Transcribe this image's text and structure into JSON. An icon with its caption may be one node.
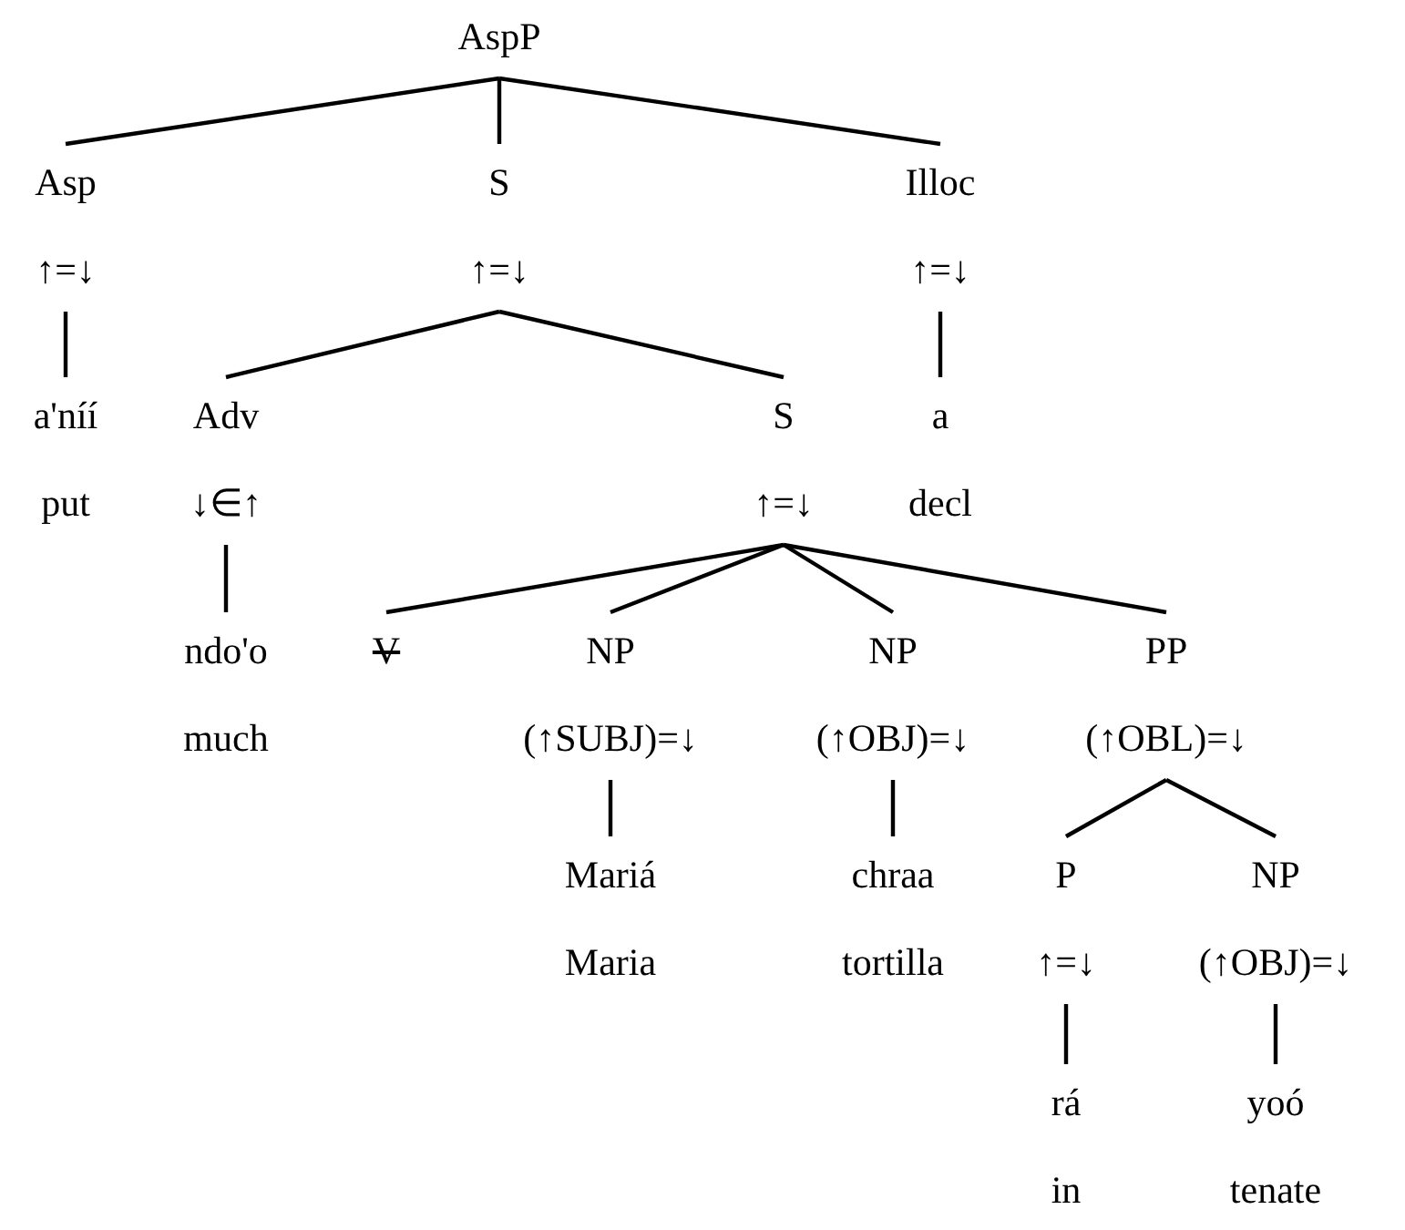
{
  "diagram": {
    "nodes": [
      {
        "text": [
          "AspP"
        ]
      },
      {
        "text": [
          "Asp",
          "↑=↓"
        ]
      },
      {
        "text": [
          "S",
          "↑=↓"
        ]
      },
      {
        "text": [
          "Illoc",
          "↑=↓"
        ]
      },
      {
        "text": [
          "a'níí",
          "put"
        ]
      },
      {
        "text": [
          "Adv",
          "↓∈↑"
        ]
      },
      {
        "text": [
          "S",
          "↑=↓"
        ]
      },
      {
        "text": [
          "a",
          "decl"
        ]
      },
      {
        "text": [
          "ndo'o",
          "much"
        ]
      },
      {
        "text": [
          "V"
        ]
      },
      {
        "text": [
          "NP",
          "(↑SUBJ)=↓"
        ]
      },
      {
        "text": [
          "NP",
          "(↑OBJ)=↓"
        ]
      },
      {
        "text": [
          "PP",
          "(↑OBL)=↓"
        ]
      },
      {
        "text": [
          "Mariá",
          "Maria"
        ]
      },
      {
        "text": [
          "chraa",
          "tortilla"
        ]
      },
      {
        "text": [
          "P",
          "↑=↓"
        ]
      },
      {
        "text": [
          "NP",
          "(↑OBJ)=↓"
        ]
      },
      {
        "text": [
          "rá",
          "in"
        ]
      },
      {
        "text": [
          "yoó",
          "tenate"
        ]
      }
    ],
    "edges": [
      {
        "from": 0,
        "to": 1,
        "arrow": "none"
      },
      {
        "from": 0,
        "to": 2,
        "arrow": "none"
      },
      {
        "from": 0,
        "to": 3,
        "arrow": "none"
      },
      {
        "from": 1,
        "to": 4,
        "arrow": "none"
      },
      {
        "from": 2,
        "to": 5,
        "arrow": "none"
      },
      {
        "from": 2,
        "to": 6,
        "arrow": "none"
      },
      {
        "from": 3,
        "to": 7,
        "arrow": "none"
      },
      {
        "from": 5,
        "to": 8,
        "arrow": "none"
      },
      {
        "from": 6,
        "to": 9,
        "arrow": "none"
      },
      {
        "from": 6,
        "to": 10,
        "arrow": "none"
      },
      {
        "from": 6,
        "to": 11,
        "arrow": "none"
      },
      {
        "from": 6,
        "to": 12,
        "arrow": "none"
      },
      {
        "from": 10,
        "to": 13,
        "arrow": "none"
      },
      {
        "from": 11,
        "to": 14,
        "arrow": "none"
      },
      {
        "from": 12,
        "to": 15,
        "arrow": "none"
      },
      {
        "from": 12,
        "to": 16,
        "arrow": "none"
      },
      {
        "from": 15,
        "to": 17,
        "arrow": "none"
      },
      {
        "from": 16,
        "to": 18,
        "arrow": "none"
      }
    ]
  }
}
